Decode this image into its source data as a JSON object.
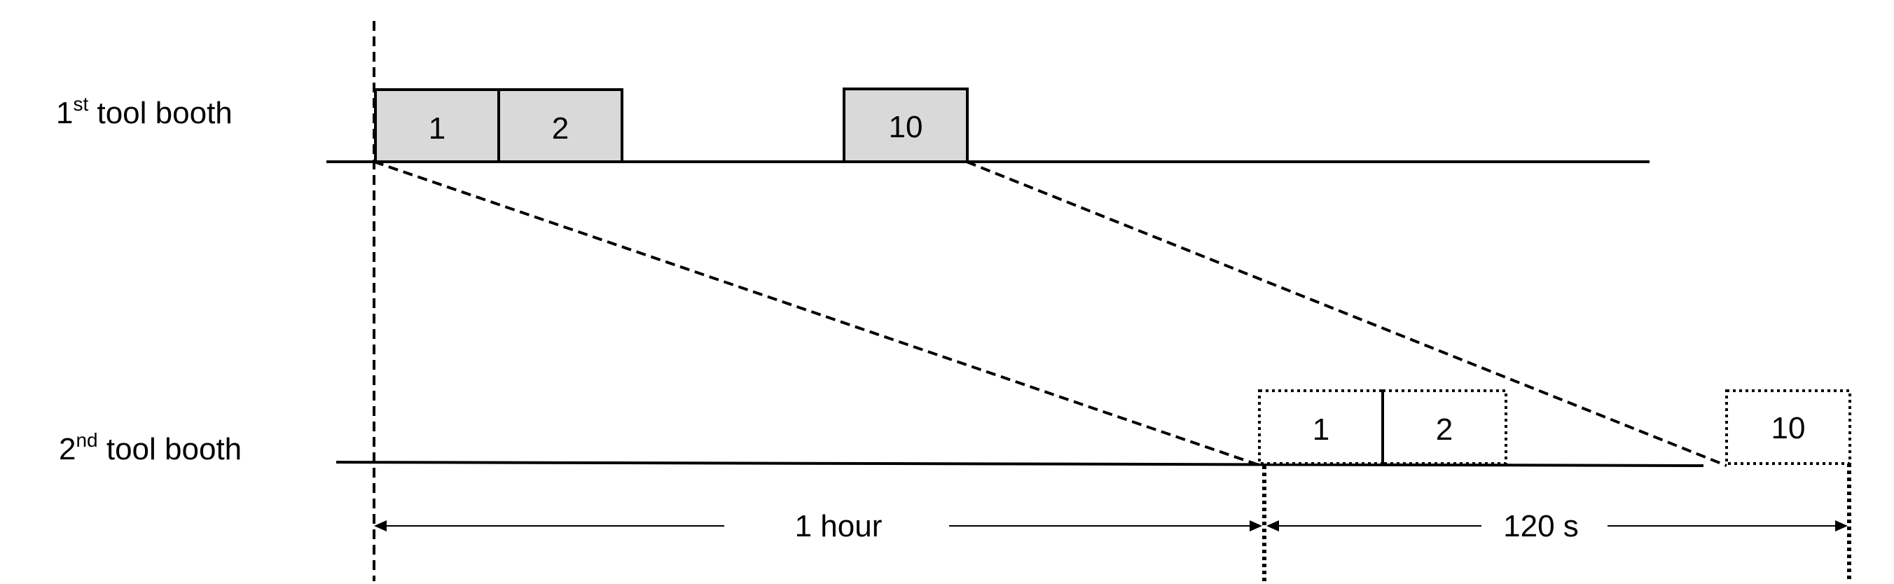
{
  "booths": [
    {
      "label_main": "1",
      "label_sup": "st",
      "label_rest": " tool booth",
      "vehicles": [
        "1",
        "2",
        "10"
      ]
    },
    {
      "label_main": "2",
      "label_sup": "nd",
      "label_rest": " tool booth",
      "vehicles": [
        "1",
        "2",
        "10"
      ]
    }
  ],
  "intervals": {
    "travel": "1 hour",
    "spread": "120 s"
  },
  "colors": {
    "box_fill_first": "#d9d9d9",
    "box_fill_second": "#ffffff",
    "line": "#000000"
  }
}
